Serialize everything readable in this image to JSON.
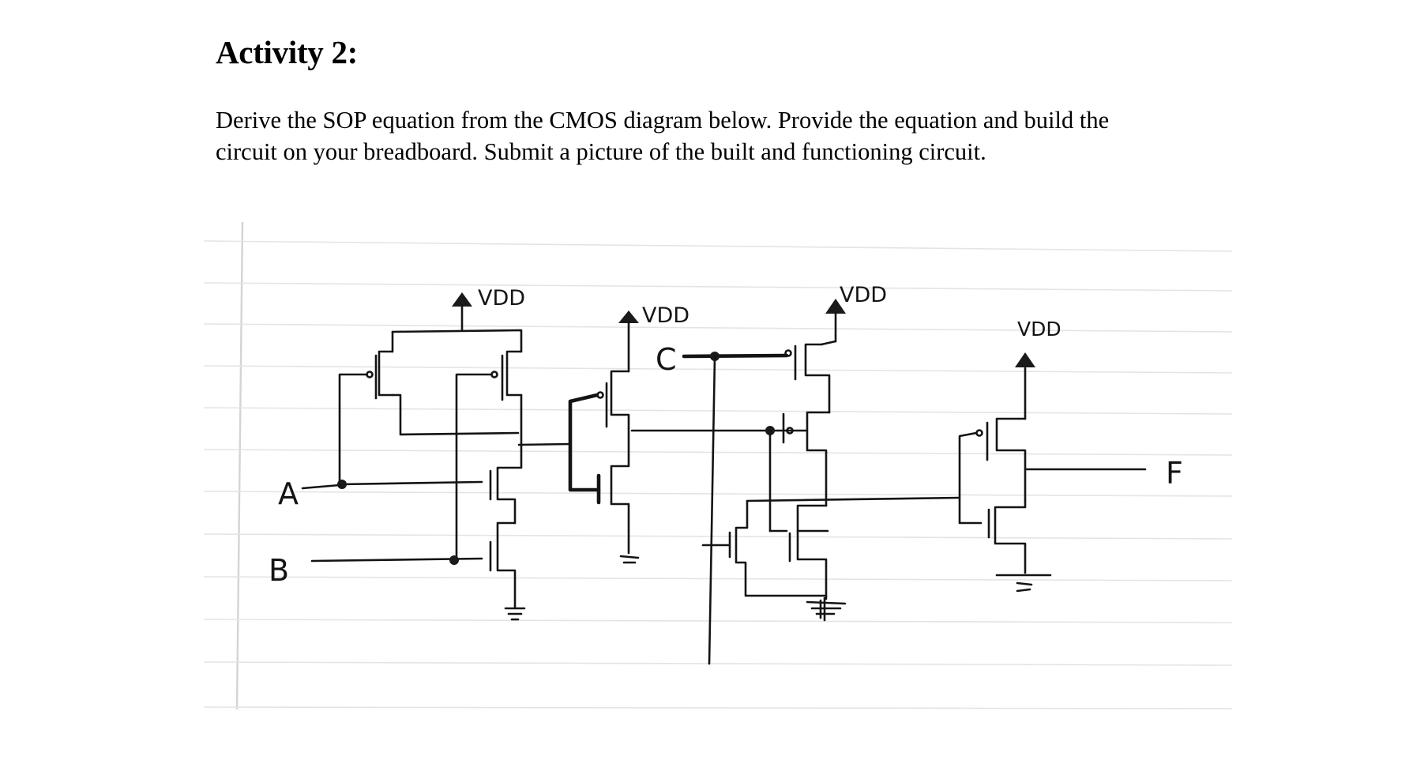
{
  "heading": "Activity 2:",
  "instructions": {
    "line1": "Derive the SOP equation from the CMOS diagram below. Provide the equation and build the",
    "line2": "circuit on your breadboard. Submit a picture of the built and functioning circuit."
  },
  "diagram": {
    "inputs": [
      "A",
      "B",
      "C"
    ],
    "output": "F",
    "supply_labels": [
      "VDD",
      "VDD",
      "VDD",
      "VDD"
    ]
  }
}
